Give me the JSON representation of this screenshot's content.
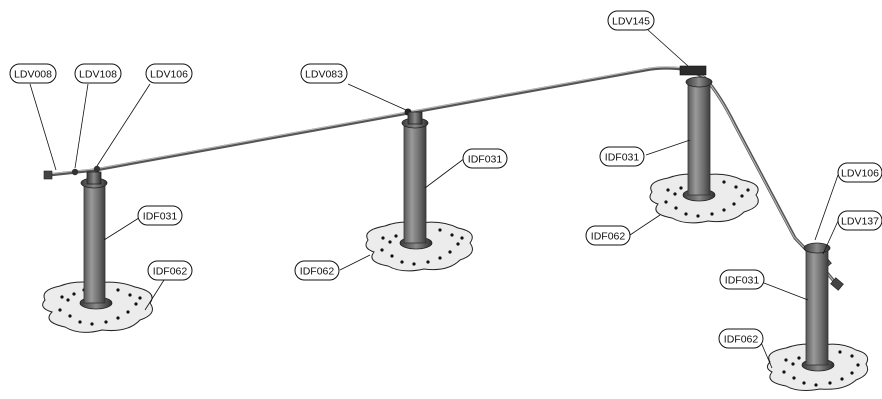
{
  "callouts": [
    {
      "id": "ldv008-a",
      "label": "LDV008"
    },
    {
      "id": "ldv108-a",
      "label": "LDV108"
    },
    {
      "id": "ldv106-a",
      "label": "LDV106"
    },
    {
      "id": "ldv083-a",
      "label": "LDV083"
    },
    {
      "id": "ldv145-a",
      "label": "LDV145"
    },
    {
      "id": "idf031-a",
      "label": "IDF031"
    },
    {
      "id": "idf062-a",
      "label": "IDF062"
    },
    {
      "id": "idf031-b",
      "label": "IDF031"
    },
    {
      "id": "idf062-b",
      "label": "IDF062"
    },
    {
      "id": "idf031-c",
      "label": "IDF031"
    },
    {
      "id": "idf062-c",
      "label": "IDF062"
    },
    {
      "id": "ldv106-b",
      "label": "LDV106"
    },
    {
      "id": "ldv137-a",
      "label": "LDV137"
    },
    {
      "id": "idf031-d",
      "label": "IDF031"
    },
    {
      "id": "idf062-d",
      "label": "IDF062"
    }
  ]
}
